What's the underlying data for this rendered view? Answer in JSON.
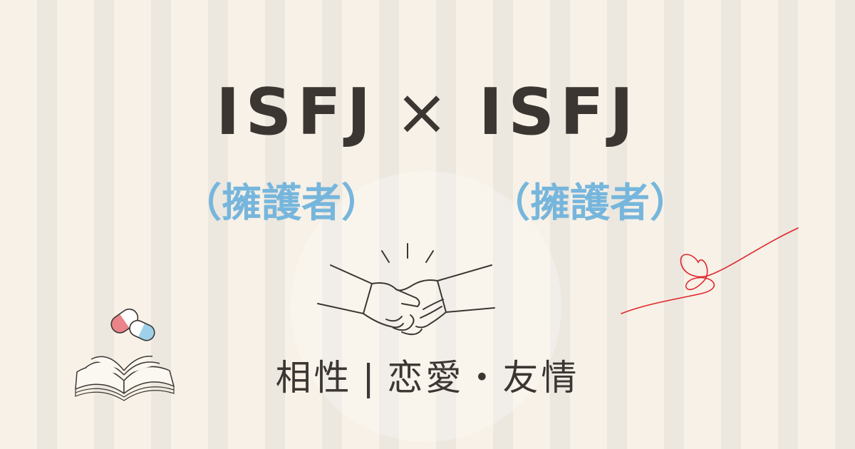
{
  "title": {
    "left": "ISFJ",
    "times": "×",
    "right": "ISFJ"
  },
  "subtitles": {
    "left": "（擁護者）",
    "right": "（擁護者）"
  },
  "caption": {
    "first": "相性",
    "separator": "|",
    "second": "恋愛・友情"
  },
  "illustrations": {
    "center": "handshake-icon",
    "left": "book-and-capsules-icon",
    "right": "heart-string-icon"
  },
  "colors": {
    "background": "#f6efe4",
    "stripe": "#ece7df",
    "text": "#3c3633",
    "accent_blue": "#77b6dc",
    "heart_red": "#e0252b",
    "capsule_pink": "#e98488",
    "capsule_blue": "#9fd0ea"
  }
}
